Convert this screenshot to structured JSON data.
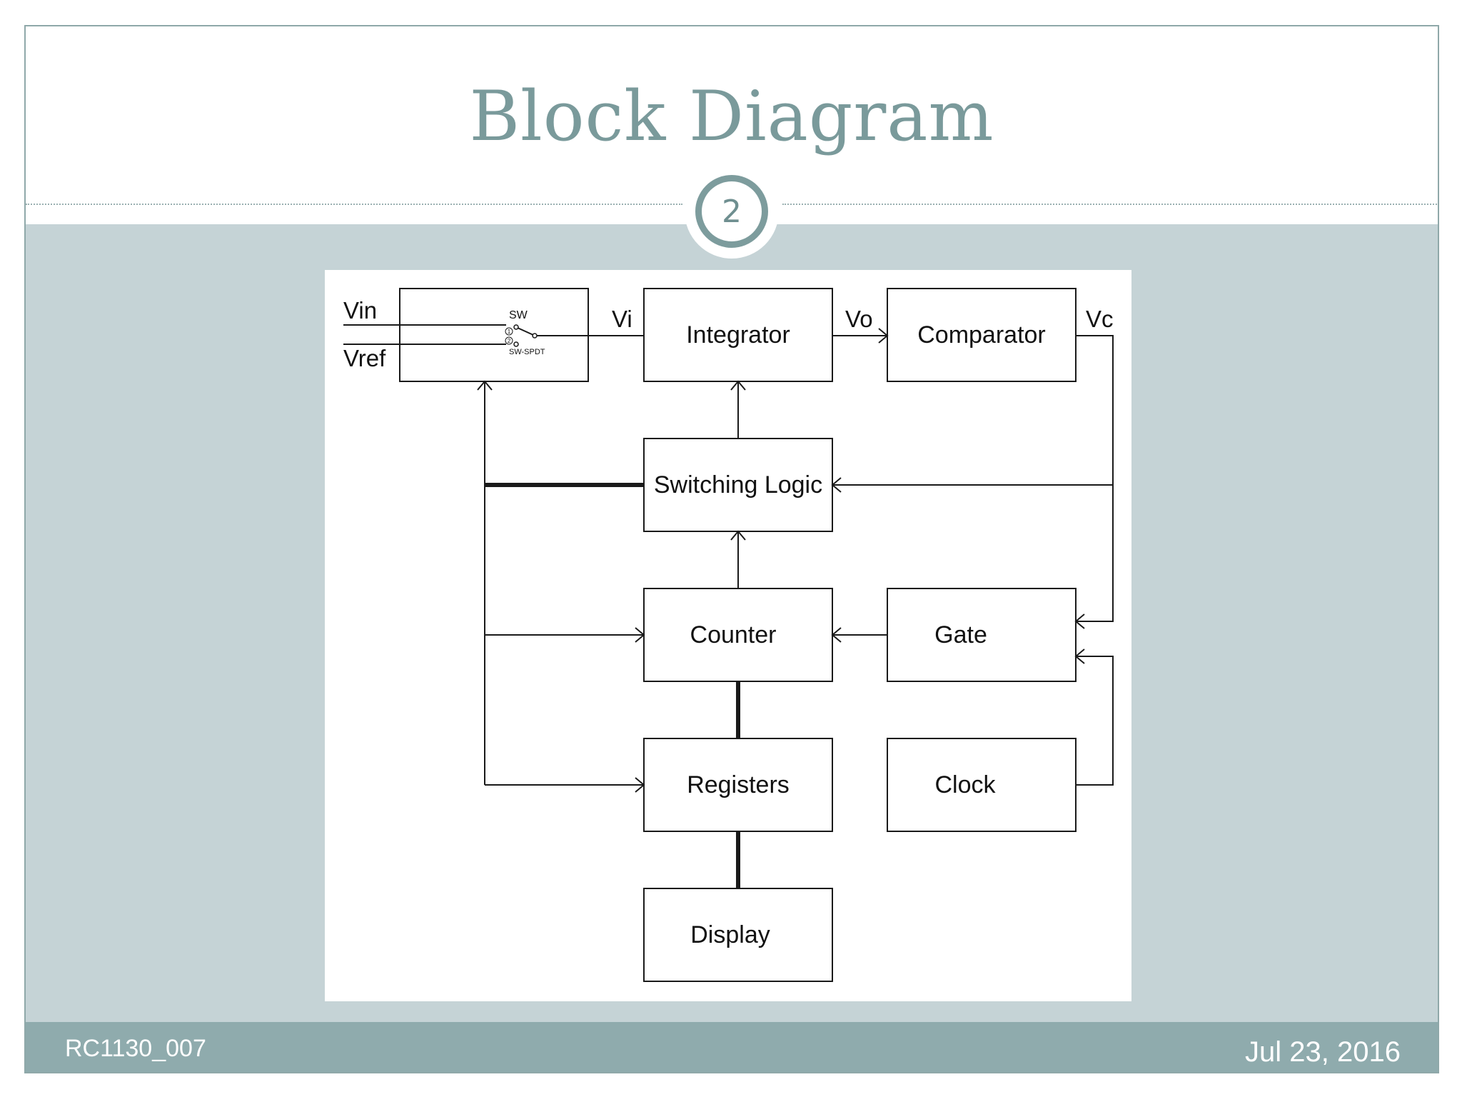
{
  "slide": {
    "title": "Block Diagram",
    "page_number": "2",
    "footer_left": "RC1130_007",
    "footer_right": "Jul 23, 2016",
    "colors": {
      "accent": "#7a9a9b",
      "body_band": "#c5d3d6",
      "footer_band": "#8fabad"
    }
  },
  "diagram": {
    "blocks": {
      "integrator": "Integrator",
      "comparator": "Comparator",
      "switching_logic": "Switching Logic",
      "counter": "Counter",
      "gate": "Gate",
      "registers": "Registers",
      "clock": "Clock",
      "display": "Display"
    },
    "signals": {
      "vin": "Vin",
      "vref": "Vref",
      "vi": "Vi",
      "vo": "Vo",
      "vc": "Vc"
    },
    "switch": {
      "label": "SW",
      "part": "SW-SPDT",
      "pin1": "1",
      "pin2": "2"
    }
  }
}
